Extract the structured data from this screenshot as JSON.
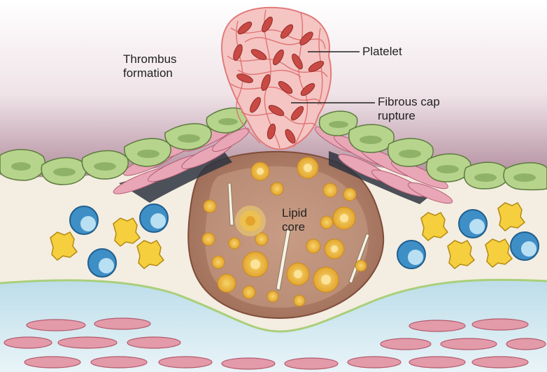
{
  "labels": {
    "thrombus_line1": "Thrombus",
    "thrombus_line2": "formation",
    "platelet": "Platelet",
    "fibrous_cap_line1": "Fibrous cap",
    "fibrous_cap_line2": "rupture",
    "lipid_line1": "Lipid",
    "lipid_line2": "core"
  },
  "colors": {
    "lumen_pink": "#ecdde3",
    "endothelium_green": "#b5d38c",
    "smooth_muscle_pink": "#e6a3b4",
    "lipid_core_brown": "#b8876e",
    "foam_cell_yellow": "#f1c842",
    "macrophage_blue": "#3b8fc6",
    "platelet_red": "#c94b44",
    "media_blue": "#d5e9f1",
    "intima_cream": "#f3ece0"
  }
}
